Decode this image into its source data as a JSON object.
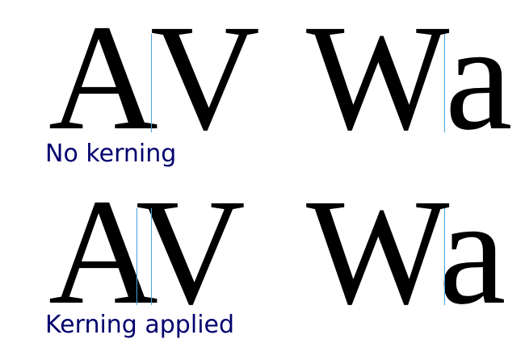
{
  "colors": {
    "caption": "#00006e",
    "guide": "#4aa3df",
    "glyph": "#000000",
    "background": "#ffffff"
  },
  "rows": [
    {
      "pair_one": {
        "left": "A",
        "right": "V"
      },
      "pair_two": {
        "left": "W",
        "right": "a"
      },
      "caption": "No kerning"
    },
    {
      "pair_one": {
        "left": "A",
        "right": "V"
      },
      "pair_two": {
        "left": "W",
        "right": "a"
      },
      "caption": "Kerning applied"
    }
  ]
}
